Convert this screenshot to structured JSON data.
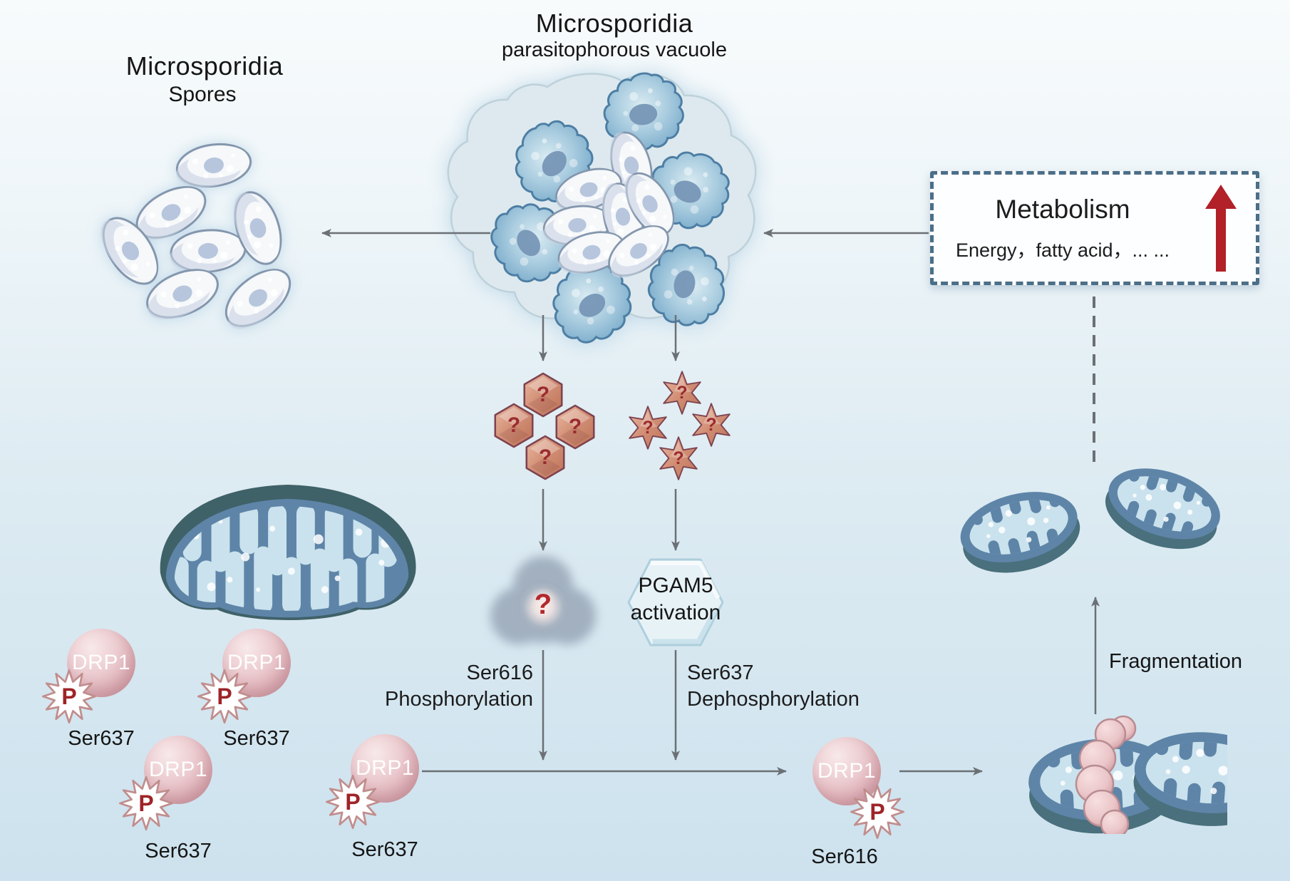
{
  "titles": {
    "spores": {
      "line1": "Microsporidia",
      "line2": "Spores"
    },
    "vacuole": {
      "line1": "Microsporidia",
      "line2": "parasitophorous vacuole"
    }
  },
  "metabolism": {
    "title": "Metabolism",
    "subtitle": "Energy，fatty acid，... ...",
    "trend": "increase",
    "trend_arrow_color": "#b22028"
  },
  "marks": {
    "question": "?"
  },
  "secreted_factors": {
    "hexagon_count": 4,
    "star_count": 4
  },
  "pgam5": {
    "line1": "PGAM5",
    "line2": "activation"
  },
  "paths": {
    "ser616": {
      "line1": "Ser616",
      "line2": "Phosphorylation"
    },
    "ser637": {
      "line1": "Ser637",
      "line2": "Dephosphorylation"
    }
  },
  "drp1": {
    "name": "DRP1",
    "phosphate": "P",
    "ser637_site": "Ser637",
    "ser616_site": "Ser616",
    "ser637_phosphorylated_count": 4,
    "ser616_phosphorylated_count": 1
  },
  "fragmentation": {
    "label": "Fragmentation"
  },
  "colors": {
    "background_top": "#f8fbfc",
    "background_bottom": "#cde2ee",
    "arrow_gray": "#6b7075",
    "factor_fill": "#d18e74",
    "factor_border": "#7e4350",
    "question_red": "#9c2b2e",
    "mito_body": "#5e85a8",
    "mito_rim": "#3f6168",
    "cristae_light": "#cae2ed",
    "drp1_pink": "#e5bcc1",
    "bead_pink": "#eac5c8",
    "metabolism_border": "#4c6f88",
    "metabolism_arrow_red": "#b22028"
  }
}
